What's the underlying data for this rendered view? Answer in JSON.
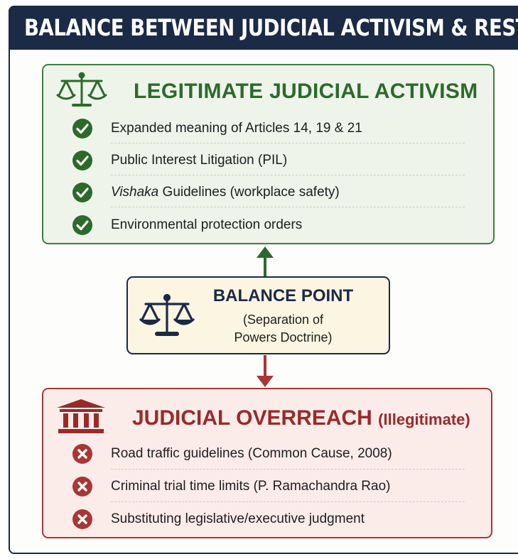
{
  "header": {
    "title": "BALANCE BETWEEN JUDICIAL ACTIVISM & RESTRAINT"
  },
  "legitimate": {
    "title": "LEGITIMATE JUDICIAL ACTIVISM",
    "icon": "scales-of-justice-icon",
    "items": [
      {
        "text": "Expanded meaning of Articles 14, 19 & 21",
        "icon": "check-circle-icon"
      },
      {
        "text": "Public Interest Litigation (PIL)",
        "icon": "check-circle-icon"
      },
      {
        "text_italic": "Vishaka",
        "text": " Guidelines (workplace safety)",
        "icon": "check-circle-icon"
      },
      {
        "text": "Environmental protection orders",
        "icon": "check-circle-icon"
      }
    ]
  },
  "balance": {
    "title": "BALANCE POINT",
    "subtitle_line1": "(Separation of",
    "subtitle_line2": "Powers Doctrine)",
    "icon": "scales-of-justice-icon"
  },
  "overreach": {
    "title": "JUDICIAL OVERREACH",
    "qualifier": "(Illegitimate)",
    "icon": "courthouse-icon",
    "items": [
      {
        "text": "Road traffic guidelines (Common Cause, 2008)",
        "icon": "x-circle-icon"
      },
      {
        "text": "Criminal trial time limits (P. Ramachandra Rao)",
        "icon": "x-circle-icon"
      },
      {
        "text": "Substituting legislative/executive judgment",
        "icon": "x-circle-icon"
      }
    ]
  },
  "colors": {
    "navy": "#1b2a45",
    "green": "#2c6a2b",
    "green_panel": "#eef4ea",
    "red": "#9a2a28",
    "red_panel": "#fbecea",
    "balance_panel": "#fbf5e2"
  }
}
